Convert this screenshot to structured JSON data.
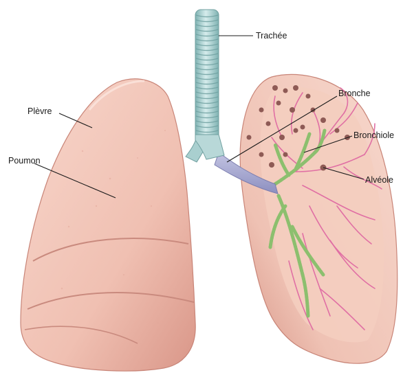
{
  "diagram": {
    "subject": "lungs-respiratory-system",
    "labels": {
      "trachea": "Trachée",
      "bronchus": "Bronche",
      "bronchiole": "Bronchiole",
      "alveolus": "Alvéole",
      "pleura": "Plèvre",
      "lung": "Poumon"
    },
    "colors": {
      "lung_fill": "#f2c4b6",
      "lung_shadow": "#d9978a",
      "trachea": "#a9cfcf",
      "bronchus": "#a8a9cf",
      "bronchiole": "#a6cf8a",
      "vessels": "#e06fa4",
      "alveoli": "#8e5a55"
    }
  }
}
